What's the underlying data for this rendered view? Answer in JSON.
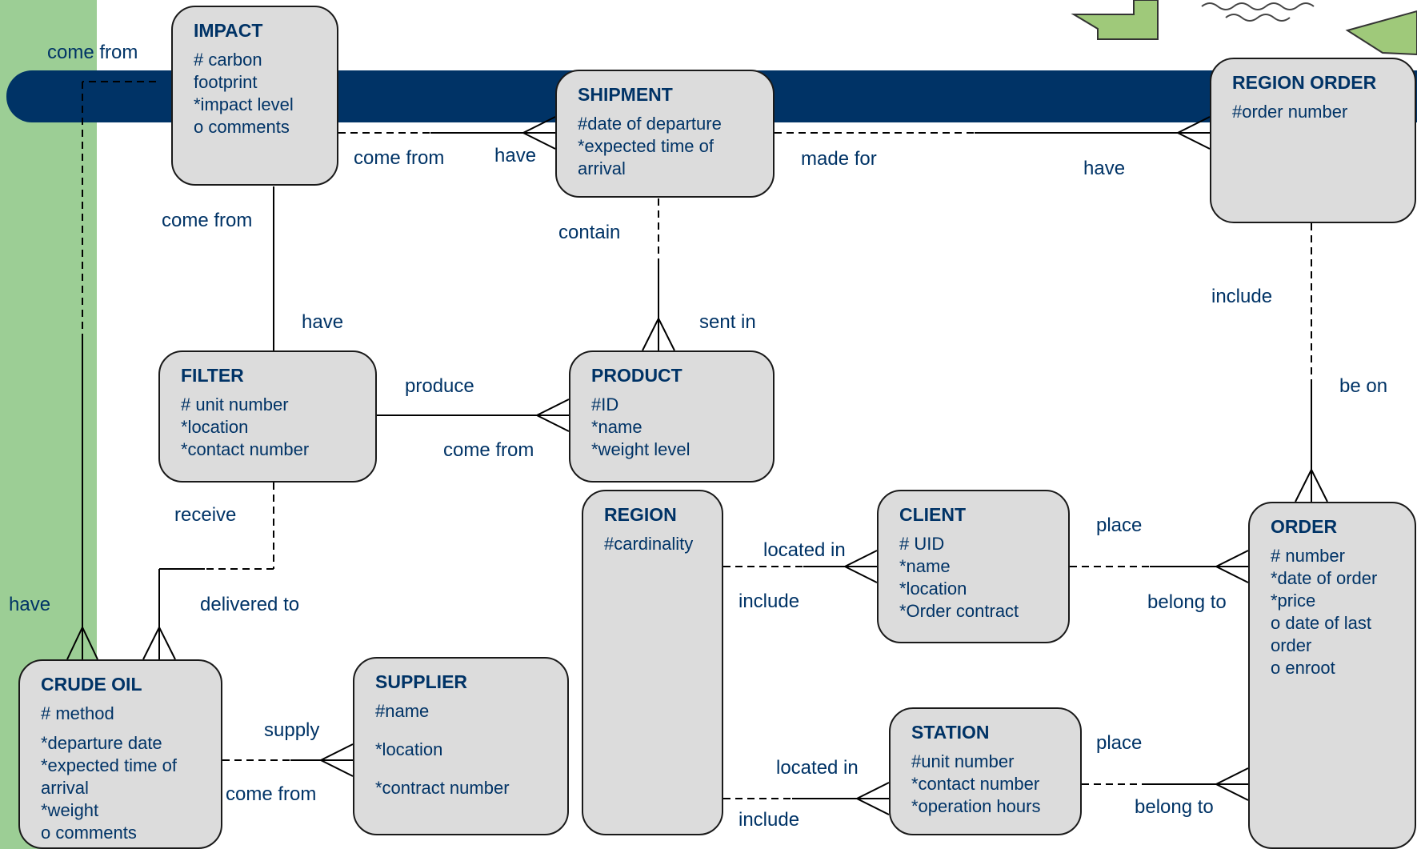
{
  "entities": {
    "impact": {
      "title": "IMPACT",
      "attributes": [
        "# carbon",
        "footprint",
        "*impact level",
        "o comments"
      ]
    },
    "shipment": {
      "title": "SHIPMENT",
      "attributes": [
        "#date of departure",
        "*expected time of",
        "arrival"
      ]
    },
    "region_order": {
      "title": "REGION ORDER",
      "attributes": [
        "#order number"
      ]
    },
    "filter": {
      "title": "FILTER",
      "attributes": [
        "# unit number",
        "*location",
        "*contact number"
      ]
    },
    "product": {
      "title": "PRODUCT",
      "attributes": [
        "#ID",
        "*name",
        "*weight level"
      ]
    },
    "region": {
      "title": "REGION",
      "attributes": [
        "#cardinality"
      ]
    },
    "client": {
      "title": "CLIENT",
      "attributes": [
        "# UID",
        "*name",
        "*location",
        "*Order contract"
      ]
    },
    "order": {
      "title": "ORDER",
      "attributes": [
        "# number",
        "*date of order",
        "*price",
        "o date of last",
        "order",
        "o enroot"
      ]
    },
    "crude_oil": {
      "title": "CRUDE OIL",
      "attributes": [
        "# method",
        "*departure date",
        "*expected time of",
        "arrival",
        "*weight",
        "o comments"
      ]
    },
    "supplier": {
      "title": "SUPPLIER",
      "attributes": [
        "#name",
        "*location",
        "*contract number"
      ]
    },
    "station": {
      "title": "STATION",
      "attributes": [
        "#unit number",
        "*contact number",
        "*operation hours"
      ]
    }
  },
  "labels": {
    "come_from_top": "come from",
    "impact_shipment_come_from": "come from",
    "impact_shipment_have": "have",
    "shipment_regionorder_made_for": "made for",
    "shipment_regionorder_have": "have",
    "impact_filter_come_from": "come from",
    "impact_filter_have": "have",
    "shipment_product_contain": "contain",
    "shipment_product_sent_in": "sent in",
    "regionorder_order_include": "include",
    "regionorder_order_be_on": "be on",
    "filter_product_produce": "produce",
    "filter_product_come_from": "come from",
    "filter_crude_receive": "receive",
    "filter_crude_delivered_to": "delivered to",
    "impact_crude_have": "have",
    "region_client_located_in": "located in",
    "region_client_include": "include",
    "client_order_place": "place",
    "client_order_belong_to": "belong to",
    "crude_supplier_supply": "supply",
    "crude_supplier_come_from": "come from",
    "region_station_located_in": "located in",
    "region_station_include": "include",
    "station_order_place": "place",
    "station_order_belong_to": "belong to"
  },
  "colors": {
    "entity_fill": "#dcdcdc",
    "text": "#003366",
    "banner": "#003366",
    "sidebar": "#9cce95",
    "arrow_fill": "#9fc97a"
  },
  "decorations": [
    "left-arrow-icon",
    "waves-icon",
    "left-arrow-icon"
  ]
}
